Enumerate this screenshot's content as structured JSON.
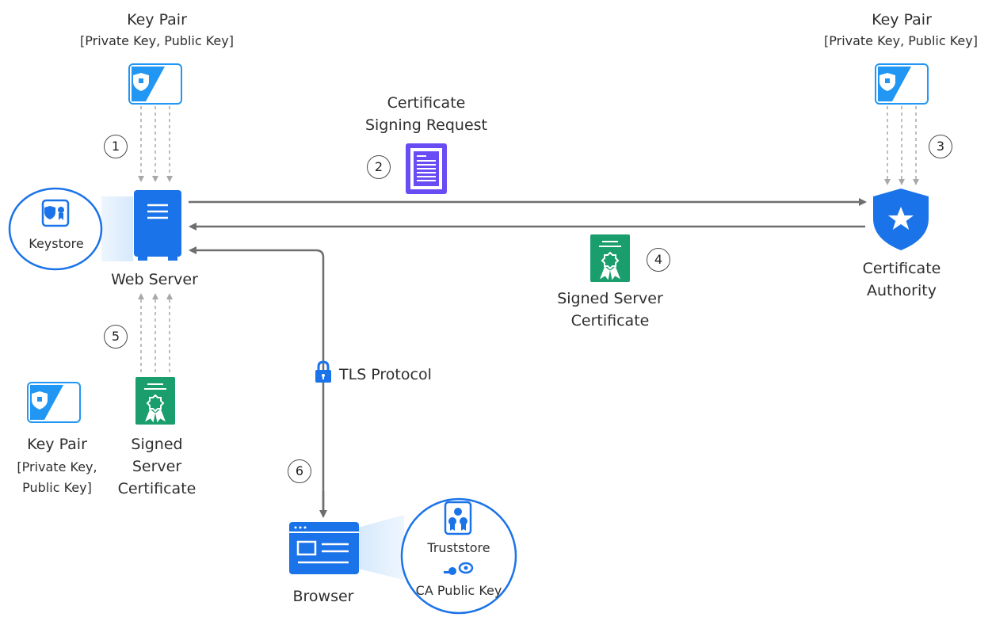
{
  "key_pair_top_left": {
    "title": "Key Pair",
    "detail": "[Private Key, Public Key]"
  },
  "key_pair_top_right": {
    "title": "Key Pair",
    "detail": "[Private Key, Public Key]"
  },
  "key_pair_bottom": {
    "line1": "Key Pair",
    "line2": "[Private Key,",
    "line3": "Public Key]"
  },
  "csr": {
    "line1": "Certificate",
    "line2": "Signing Request"
  },
  "web_server": {
    "label": "Web Server"
  },
  "keystore": {
    "label": "Keystore"
  },
  "ca": {
    "line1": "Certificate",
    "line2": "Authority"
  },
  "signed_cert_right": {
    "line1": "Signed Server",
    "line2": "Certificate"
  },
  "signed_cert_bottom": {
    "line1": "Signed",
    "line2": "Server",
    "line3": "Certificate"
  },
  "tls": {
    "label": "TLS Protocol"
  },
  "browser": {
    "label": "Browser"
  },
  "truststore": {
    "label": "Truststore",
    "key_label": "CA Public Key"
  },
  "steps": [
    "1",
    "2",
    "3",
    "4",
    "5",
    "6"
  ],
  "colors": {
    "blue": "#1a73e8",
    "light_blue": "#2196f3",
    "green": "#1a9e6e",
    "purple": "#6a4cf5",
    "arrow": "#707070",
    "dotted": "#a8a8a8"
  }
}
